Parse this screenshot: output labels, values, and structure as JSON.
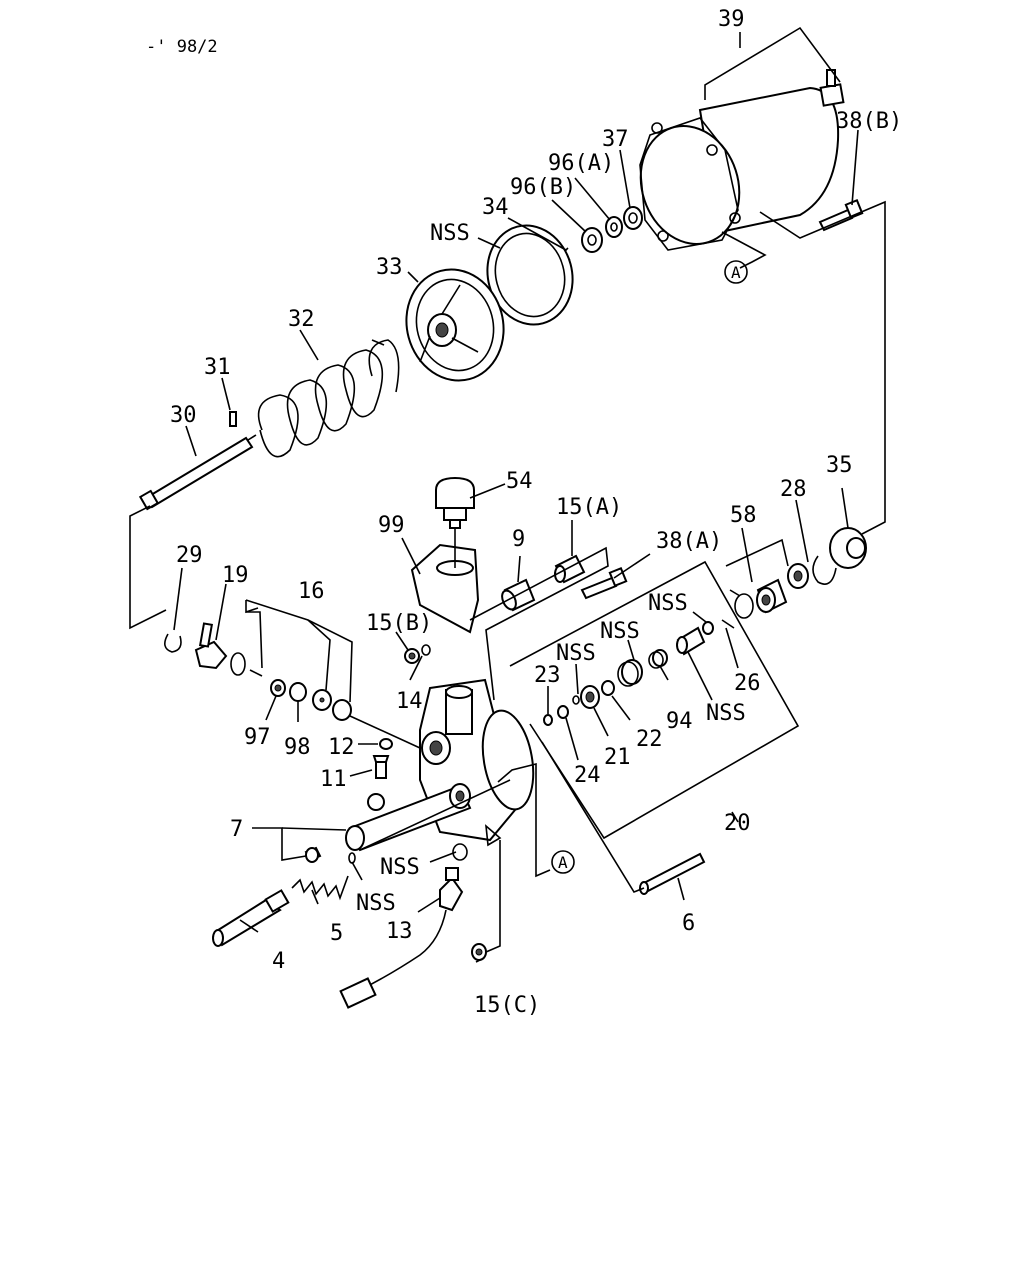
{
  "header": {
    "revision": "-' 98/2"
  },
  "labels": {
    "p39": "39",
    "p38b": "38(B)",
    "p37": "37",
    "p96a": "96(A)",
    "p96b": "96(B)",
    "p34": "34",
    "nss1": "NSS",
    "p33": "33",
    "p32": "32",
    "p31": "31",
    "p30": "30",
    "p54": "54",
    "p99": "99",
    "p9": "9",
    "p15a": "15(A)",
    "p38a": "38(A)",
    "p35": "35",
    "p28": "28",
    "p58": "58",
    "nss2": "NSS",
    "nss3": "NSS",
    "nss4": "NSS",
    "p26": "26",
    "nss5": "NSS",
    "p94": "94",
    "p22": "22",
    "p21": "21",
    "p23": "23",
    "p24": "24",
    "p20": "20",
    "p29": "29",
    "p19": "19",
    "p16": "16",
    "p15b": "15(B)",
    "p14": "14",
    "p97": "97",
    "p98": "98",
    "p12": "12",
    "p11": "11",
    "p7": "7",
    "nss6": "NSS",
    "nss7": "NSS",
    "p5": "5",
    "p4": "4",
    "p13": "13",
    "p15c": "15(C)",
    "p6": "6"
  },
  "refs": {
    "a1": "A",
    "a2": "A"
  }
}
